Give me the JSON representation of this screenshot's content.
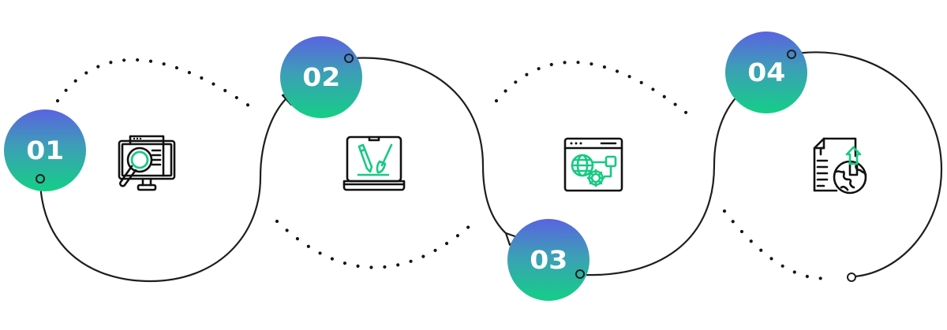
{
  "diagram": {
    "type": "process-flow",
    "colors": {
      "gradient_top": "#5a63e0",
      "gradient_mid": "#3c9fb6",
      "gradient_bottom": "#14cf86",
      "icon_accent": "#17c983",
      "line": "#1e1e1e",
      "badge_text": "#ffffff"
    },
    "steps": [
      {
        "number": "01",
        "icon": "monitor-search-icon"
      },
      {
        "number": "02",
        "icon": "laptop-design-icon"
      },
      {
        "number": "03",
        "icon": "browser-globe-gear-icon"
      },
      {
        "number": "04",
        "icon": "document-globe-upload-icon"
      }
    ]
  }
}
